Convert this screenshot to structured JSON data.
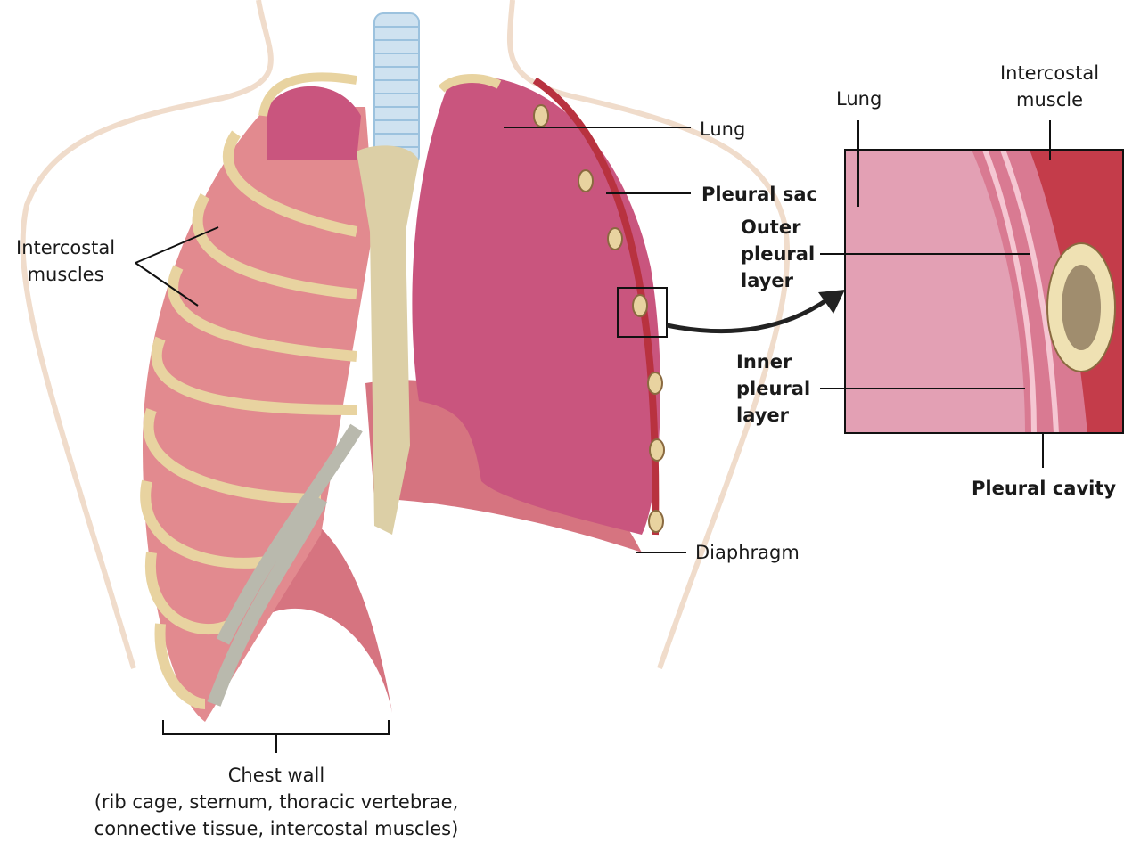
{
  "labels": {
    "intercostal_muscles": [
      "Intercostal",
      "muscles"
    ],
    "lung": "Lung",
    "pleural_sac": "Pleural sac",
    "diaphragm": "Diaphragm",
    "chest_wall": [
      "Chest wall",
      "(rib cage, sternum, thoracic vertebrae,",
      "connective tissue, intercostal muscles)"
    ],
    "inset_lung": "Lung",
    "inset_intercostal_muscle": [
      "Intercostal",
      "muscle"
    ],
    "outer_pleural_layer": [
      "Outer",
      "pleural",
      "layer"
    ],
    "inner_pleural_layer": [
      "Inner",
      "pleural",
      "layer"
    ],
    "pleural_cavity": "Pleural cavity"
  },
  "colors": {
    "lung": "#c9557e",
    "muscle": "#d86a74",
    "rib": "#e8d3a0",
    "cartilage": "#b9b9ad",
    "sternum": "#dccfa6",
    "body_outline": "#f0dccb",
    "trachea": "#bcd7ea",
    "inset_bg": "#e3a0b4"
  }
}
